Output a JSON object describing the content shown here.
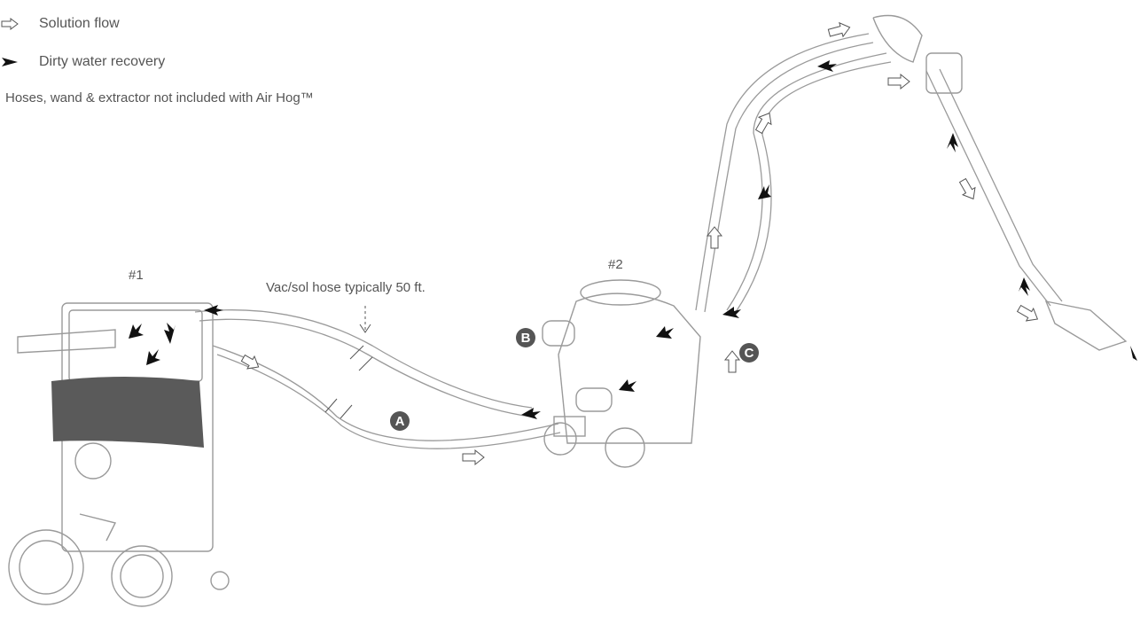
{
  "legend": {
    "solution_label": "Solution flow",
    "recovery_label": "Dirty water recovery"
  },
  "note": "Hoses, wand & extractor not included with Air Hog™",
  "labels": {
    "unit1": "#1",
    "unit2": "#2",
    "hose": "Vac/sol hose typically 50 ft."
  },
  "badges": {
    "a": "A",
    "b": "B",
    "c": "C"
  },
  "colors": {
    "line": "#9a9a9a",
    "dark_arrow": "#111111",
    "badge": "#555555",
    "band": "#5a5a5a"
  }
}
